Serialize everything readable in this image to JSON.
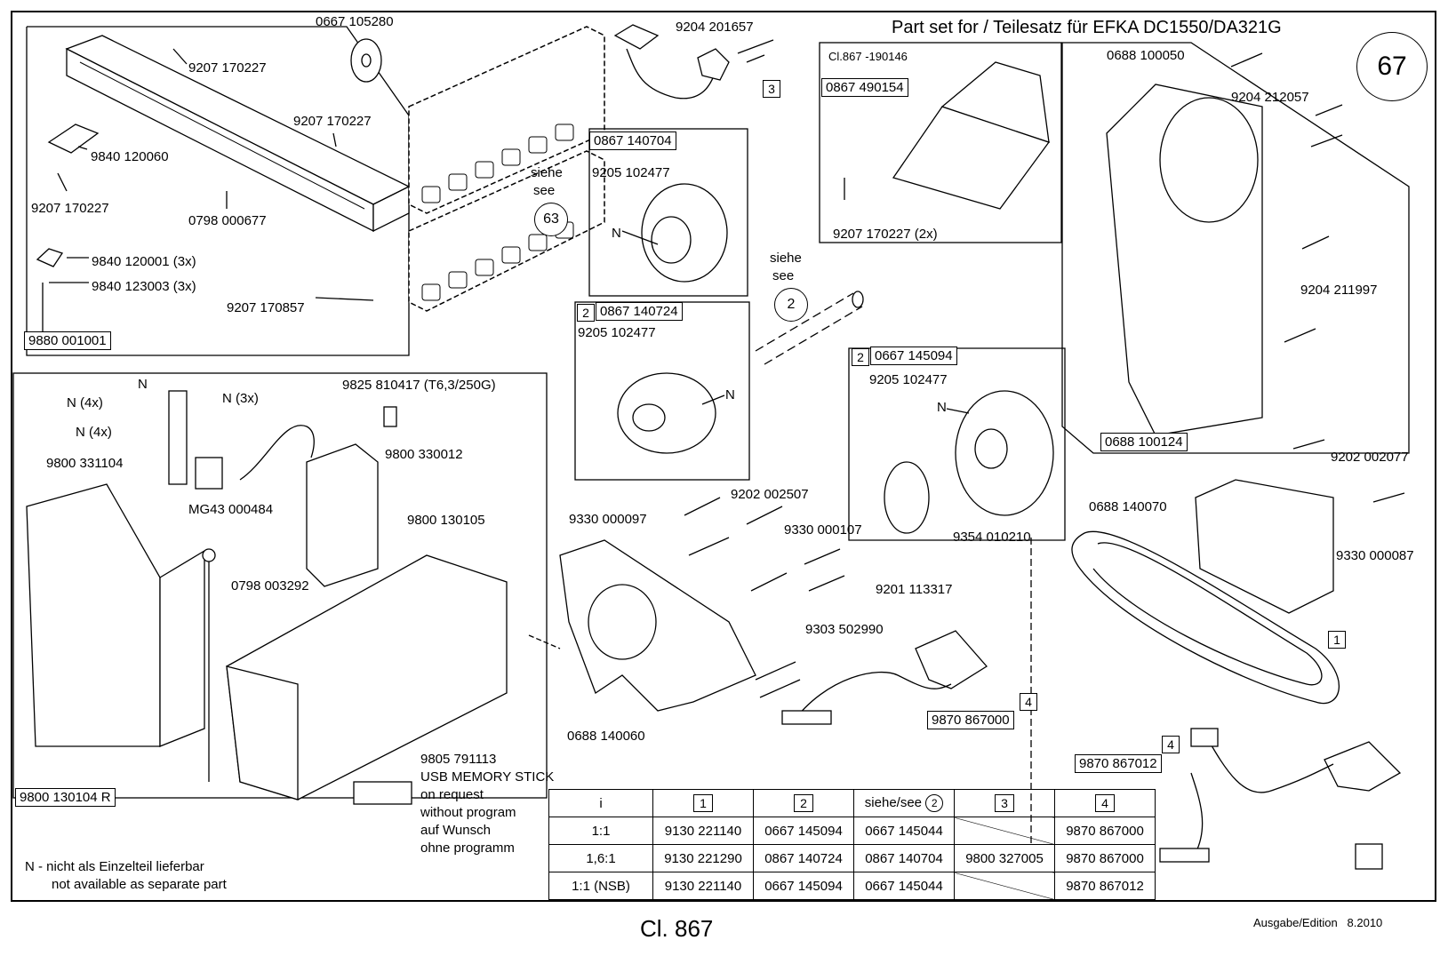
{
  "header": {
    "title": "Part set for / Teilesatz für EFKA DC1550/DA321G",
    "page_number": "67"
  },
  "footer": {
    "class": "Cl. 867",
    "edition": "Ausgabe/Edition   8.2010",
    "note_de": "N - nicht als Einzelteil lieferbar",
    "note_en": "not available as separate part"
  },
  "group_9880": {
    "box_label": "9880 001001",
    "labels": {
      "p0667_105280": "0667 105280",
      "p9207_a": "9207 170227",
      "p9207_b": "9207 170227",
      "p9207_c": "9207 170227",
      "p9840_120060": "9840 120060",
      "p0798_000677": "0798 000677",
      "p9840_120001": "9840 120001 (3x)",
      "p9840_123003": "9840 123003 (3x)",
      "p9207_170857": "9207 170857"
    }
  },
  "see63": {
    "text1": "siehe",
    "text2": "see",
    "num": "63"
  },
  "sensor": {
    "part": "9204 201657",
    "num": "3"
  },
  "group_190146": {
    "title": "Cl.867 -190146",
    "box_label": "0867 490154",
    "screw": "9207 170227 (2x)"
  },
  "pulley_140704": {
    "box_label": "0867 140704",
    "screw": "9205 102477",
    "n": "N"
  },
  "see2": {
    "text1": "siehe",
    "text2": "see",
    "num": "2"
  },
  "pulley_140724": {
    "num": "2",
    "box_label": "0867 140724",
    "screw": "9205 102477",
    "n": "N"
  },
  "pulley_145094": {
    "num": "2",
    "box_label": "0667 145094",
    "screw": "9205 102477",
    "n": "N",
    "ring": "9354 010210"
  },
  "cover_100050": {
    "part": "0688 100050",
    "screw1": "9204 212057",
    "screw2": "9204 211997",
    "box_label": "0688 100124"
  },
  "control_130104": {
    "box_label": "9800 130104 R",
    "n_top": "N",
    "n4x_a": "N (4x)",
    "n4x_b": "N (4x)",
    "n3x": "N (3x)",
    "fuse": "9825 810417 (T6,3/250G)",
    "p9800_331104": "9800 331104",
    "p9800_330012": "9800 330012",
    "mg43": "MG43 000484",
    "p0798_003292": "0798 003292",
    "p9800_130105": "9800 130105",
    "usb_part": "9805 791113",
    "usb_name": "USB MEMORY STICK",
    "usb_l1": "on request",
    "usb_l2": "without program",
    "usb_l3": "auf Wunsch",
    "usb_l4": "ohne programm"
  },
  "motor_mount": {
    "p9202_002507": "9202 002507",
    "p9330_000097": "9330 000097",
    "p9330_000107": "9330 000107",
    "p9201_113317": "9201 113317",
    "p9303_502990": "9303 502990",
    "p0688_140060": "0688 140060"
  },
  "cable_867000": {
    "num": "4",
    "box_label": "9870 867000"
  },
  "belt_cover": {
    "p9202_002077": "9202 002077",
    "p0688_140070": "0688 140070",
    "p9330_000087": "9330 000087",
    "belt_num": "1"
  },
  "cable_867012": {
    "num": "4",
    "box_label": "9870 867012"
  },
  "table": {
    "header": [
      "i",
      "1",
      "2",
      "siehe/see",
      "2",
      "3",
      "4"
    ],
    "rows": [
      [
        "1:1",
        "9130 221140",
        "0667 145094",
        "0667 145044",
        "",
        "9870 867000"
      ],
      [
        "1,6:1",
        "9130 221290",
        "0867 140724",
        "0867 140704",
        "9800 327005",
        "9870 867000"
      ],
      [
        "1:1 (NSB)",
        "9130 221140",
        "0667 145094",
        "0667 145044",
        "",
        "9870 867012"
      ]
    ]
  }
}
